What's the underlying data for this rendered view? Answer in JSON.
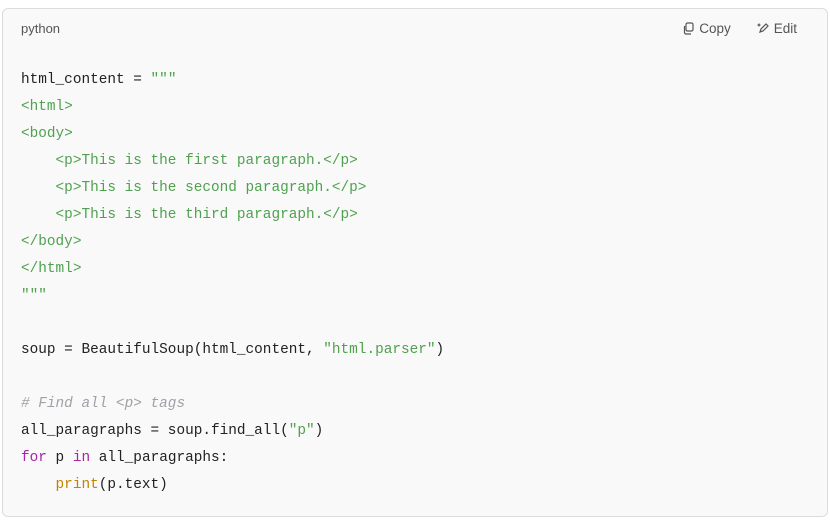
{
  "header": {
    "language": "python",
    "copy_label": "Copy",
    "edit_label": "Edit",
    "copy_icon": "copy-icon",
    "edit_icon": "pencil-icon"
  },
  "colors": {
    "string": "#50a14f",
    "comment": "#a0a1a7",
    "keyword": "#a626a4",
    "builtin": "#c18401"
  },
  "code_lines": [
    [
      [
        "plain",
        "html_content = "
      ],
      [
        "str",
        "\"\"\""
      ]
    ],
    [
      [
        "str",
        "<html>"
      ]
    ],
    [
      [
        "str",
        "<body>"
      ]
    ],
    [
      [
        "str",
        "    <p>This is the first paragraph.</p>"
      ]
    ],
    [
      [
        "str",
        "    <p>This is the second paragraph.</p>"
      ]
    ],
    [
      [
        "str",
        "    <p>This is the third paragraph.</p>"
      ]
    ],
    [
      [
        "str",
        "</body>"
      ]
    ],
    [
      [
        "str",
        "</html>"
      ]
    ],
    [
      [
        "str",
        "\"\"\""
      ]
    ],
    [],
    [
      [
        "plain",
        "soup = BeautifulSoup(html_content, "
      ],
      [
        "str",
        "\"html.parser\""
      ],
      [
        "plain",
        ")"
      ]
    ],
    [],
    [
      [
        "com",
        "# Find all <p> tags"
      ]
    ],
    [
      [
        "plain",
        "all_paragraphs = soup.find_all("
      ],
      [
        "str",
        "\"p\""
      ],
      [
        "plain",
        ")"
      ]
    ],
    [
      [
        "kw",
        "for"
      ],
      [
        "plain",
        " p "
      ],
      [
        "kw",
        "in"
      ],
      [
        "plain",
        " all_paragraphs:"
      ]
    ],
    [
      [
        "plain",
        "    "
      ],
      [
        "fn",
        "print"
      ],
      [
        "plain",
        "(p.text)"
      ]
    ]
  ]
}
